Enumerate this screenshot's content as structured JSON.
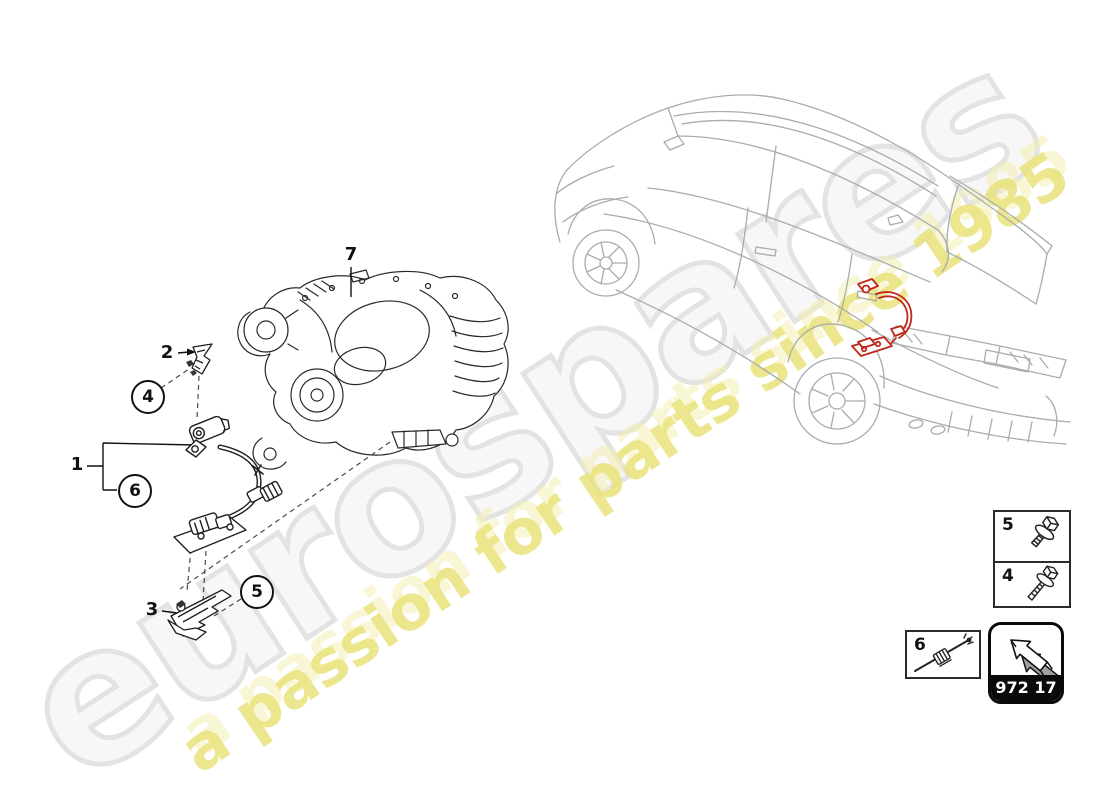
{
  "watermark": {
    "brand": "eurospares",
    "tagline": "a passion for parts since 1985",
    "brand_fill": "#f7f7f7",
    "brand_outline": "#e3e3e3",
    "tagline_color": "#e9e37a"
  },
  "diagram": {
    "description_visible_parts": "rear differential with speed sensor wiring, brackets and fixings",
    "callouts": [
      {
        "id": "1",
        "style": "plain"
      },
      {
        "id": "2",
        "style": "plain"
      },
      {
        "id": "3",
        "style": "plain"
      },
      {
        "id": "4",
        "style": "circled"
      },
      {
        "id": "5",
        "style": "circled"
      },
      {
        "id": "6",
        "style": "circled"
      },
      {
        "id": "7",
        "style": "plain"
      }
    ],
    "colors": {
      "highlight": "#c0271b",
      "car_line_art": "#a7acb1",
      "part_line_art": "#2a2a2a"
    }
  },
  "legend": {
    "fasteners": [
      {
        "label": "5",
        "icon": "flange-bolt-icon"
      },
      {
        "label": "4",
        "icon": "flange-bolt-long-icon"
      }
    ],
    "clip": {
      "label": "6",
      "icon": "cable-tie-icon"
    },
    "nav": {
      "code": "972 17",
      "icon": "arrow-up-left-icon"
    }
  }
}
